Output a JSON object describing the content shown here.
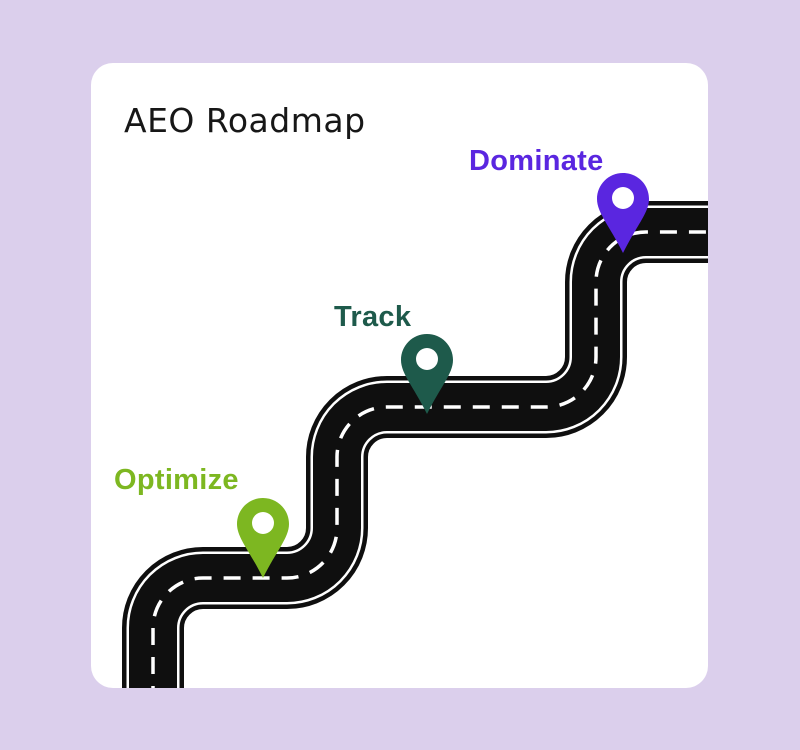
{
  "title": "AEO Roadmap",
  "colors": {
    "background": "#dbcfec",
    "card": "#ffffff",
    "title_text": "#171717"
  },
  "road": {
    "asphalt_color": "#0f0f0f",
    "marking_color": "#ffffff"
  },
  "milestones": [
    {
      "label": "Optimize",
      "color": "#7db721"
    },
    {
      "label": "Track",
      "color": "#1e5a4b"
    },
    {
      "label": "Dominate",
      "color": "#5a26e0"
    }
  ]
}
